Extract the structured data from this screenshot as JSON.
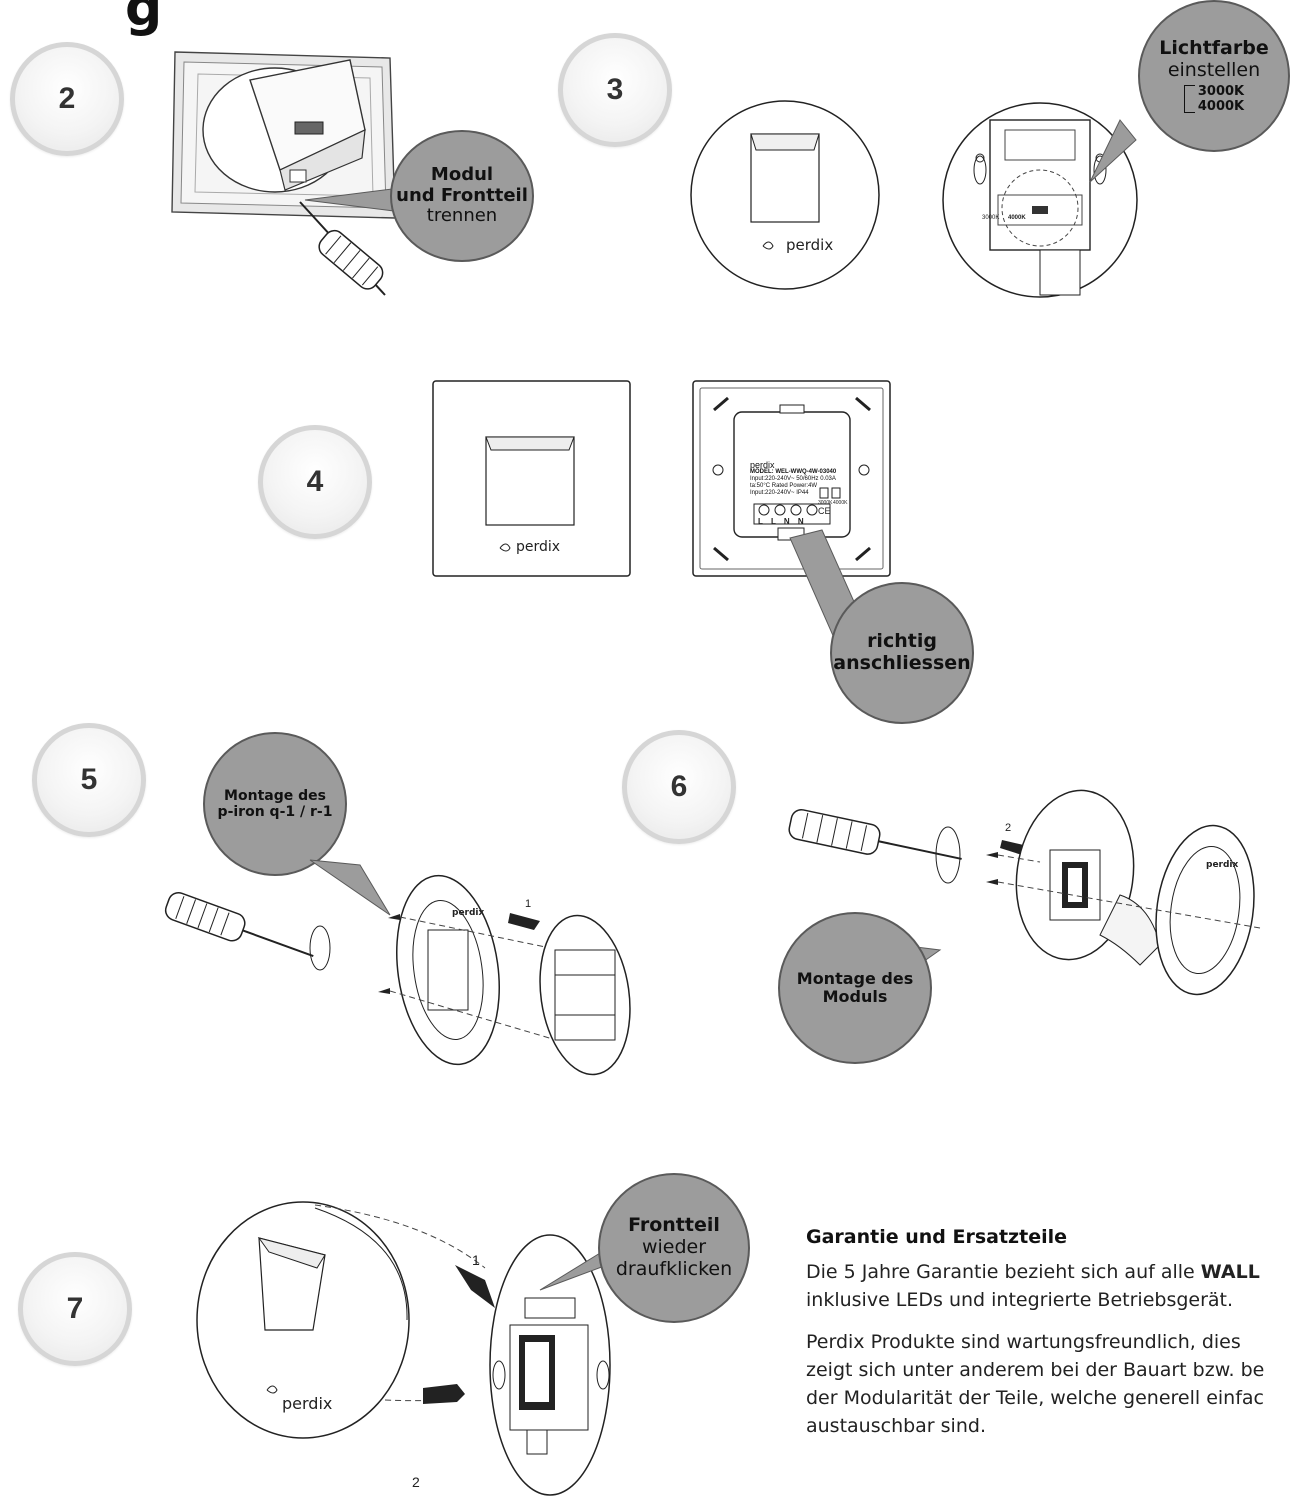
{
  "title_fragment": "g",
  "steps": [
    {
      "number": "2",
      "bubble": {
        "line1": "Modul",
        "line2": "und Frontteil",
        "line3": "trennen"
      }
    },
    {
      "number": "3",
      "bubble": {
        "line1": "Lichtfarbe",
        "line2": "einstellen",
        "opt1": "3000K",
        "opt2": "4000K"
      },
      "device_switch_labels": [
        "3000K",
        "4000K"
      ],
      "logo": "perdix"
    },
    {
      "number": "4",
      "bubble": {
        "line1": "richtig",
        "line2": "anschliessen"
      },
      "logo": "perdix",
      "label_lines": [
        "perdix",
        "MODEL: WEL-WWQ-4W-03040",
        "Input:220-240V~ 50/60Hz 0.03A",
        "ta:50°C Rated Power:4W",
        "Input:220-240V~ IP44"
      ],
      "terminals": "L L N N",
      "switch_labels": [
        "3000K",
        "4000K"
      ],
      "ce": "CE"
    },
    {
      "number": "5",
      "bubble": {
        "line1": "Montage des",
        "line2": "p-iron q-1 / r-1"
      },
      "arrow_label": "1",
      "logo": "perdix"
    },
    {
      "number": "6",
      "bubble": {
        "line1": "Montage des",
        "line2": "Moduls"
      },
      "arrow_label": "2",
      "logo": "perdix"
    },
    {
      "number": "7",
      "bubble": {
        "line1": "Frontteil",
        "line2": "wieder",
        "line3": "draufklicken"
      },
      "arrow1_label": "1",
      "arrow2_label": "2",
      "logo": "perdix"
    }
  ],
  "warranty": {
    "heading": "Garantie und Ersatzteile",
    "p1_pre": "Die 5 Jahre Garantie  bezieht sich auf alle ",
    "p1_bold": "WALL",
    "p1_line2": "inklusive LEDs und integrierte Betriebsgerät.",
    "p2_lines": [
      "Perdix Produkte sind wartungsfreundlich, dies",
      "zeigt sich unter anderem bei der Bauart bzw. be",
      "der Modularität der Teile, welche generell einfac",
      "austauschbar sind."
    ]
  },
  "colors": {
    "bubble_fill": "#9c9c9c",
    "bubble_border": "#5a5a5a",
    "step_ring": "#d6d6d6",
    "line": "#222222"
  }
}
